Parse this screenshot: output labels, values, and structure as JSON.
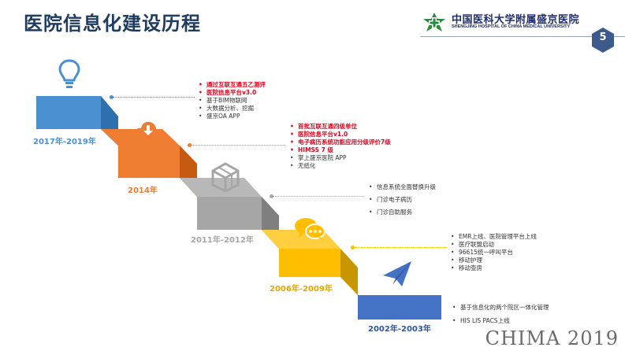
{
  "title": "医院信息化建设历程",
  "logo": {
    "name_cn": "中国医科大学附属盛京医院",
    "name_en": "SHENGJING HOSPITAL OF CHINA MEDICAL UNIVERSITY"
  },
  "page_number": "5",
  "watermark": "CHIMA 2019",
  "colors": {
    "blue": "#4a90d0",
    "orange": "#ee7d31",
    "gray": "#a6a6a6",
    "yellow": "#ffbf00",
    "darkblue": "#4472c4",
    "red": "#e4001b"
  },
  "stages": [
    {
      "year": "2017年-2019年",
      "icon": "lightbulb-icon",
      "items": [
        {
          "text": "通过互联互通五乙测评",
          "style": "red"
        },
        {
          "text": "医院信息平台v3.0",
          "style": "red"
        },
        {
          "text": "基于BIM物联网",
          "style": "dark"
        },
        {
          "text": "大数据分析、挖掘",
          "style": "dark"
        },
        {
          "text": "盛京OA APP",
          "style": "dark"
        }
      ]
    },
    {
      "year": "2014年",
      "icon": "cloud-download-icon",
      "items": [
        {
          "text": "首批互联互通四级单位",
          "style": "red"
        },
        {
          "text": "医院信息平台v1.0",
          "style": "red"
        },
        {
          "text": "电子病历系统功能应用分级评价7级",
          "style": "red"
        },
        {
          "text": "HIMSS 7 级",
          "style": "red"
        },
        {
          "text": "掌上盛京医院 APP",
          "style": "dark"
        },
        {
          "text": "无纸化",
          "style": "dark"
        }
      ]
    },
    {
      "year": "2011年-2012年",
      "icon": "cube-icon",
      "items": [
        {
          "text": "信息系统全面替换升级",
          "style": "dark"
        },
        {
          "text": "门诊电子病历",
          "style": "dark"
        },
        {
          "text": "门诊自助服务",
          "style": "dark"
        }
      ]
    },
    {
      "year": "2006年-2009年",
      "icon": "chat-bubbles-icon",
      "items": [
        {
          "text": "EMR上线、医院管理平台上线",
          "style": "dark"
        },
        {
          "text": "医疗联盟启动",
          "style": "dark"
        },
        {
          "text": "96615统一呼叫平台",
          "style": "dark"
        },
        {
          "text": "移动护理",
          "style": "dark"
        },
        {
          "text": "移动查房",
          "style": "dark"
        }
      ]
    },
    {
      "year": "2002年-2003年",
      "icon": "paper-plane-icon",
      "items": [
        {
          "text": "基于信息化的两个院区一体化管理",
          "style": "dark"
        },
        {
          "text": "HIS  LIS  PACS上线",
          "style": "dark"
        }
      ]
    }
  ]
}
